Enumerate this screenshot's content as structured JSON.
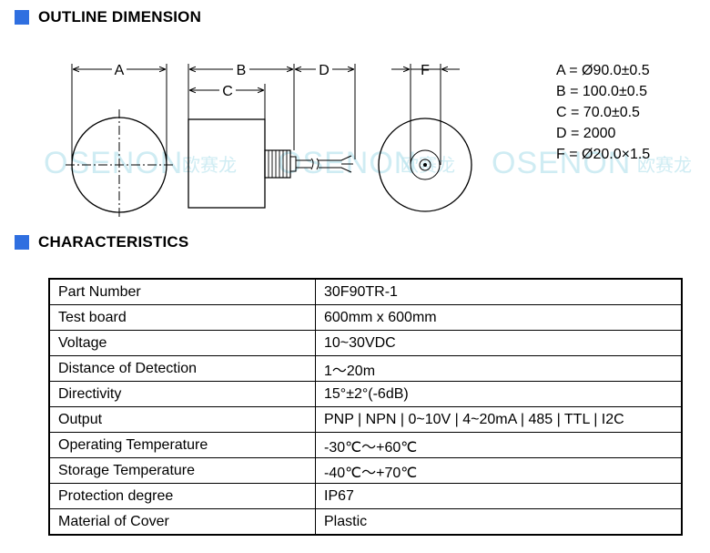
{
  "sections": {
    "outline_title": "OUTLINE DIMENSION",
    "characteristics_title": "CHARACTERISTICS",
    "accent_color": "#2f6fe0"
  },
  "drawing": {
    "labels": {
      "a": "A",
      "b": "B",
      "c": "C",
      "d": "D",
      "f": "F"
    },
    "specs": [
      "A = Ø90.0±0.5",
      "B = 100.0±0.5",
      "C = 70.0±0.5",
      "D = 2000",
      "F = Ø20.0×1.5"
    ],
    "watermark": {
      "text": "OSENON",
      "cn": "欧赛龙"
    }
  },
  "characteristics": [
    {
      "name": "Part Number",
      "value": "30F90TR-1"
    },
    {
      "name": "Test board",
      "value": "600mm x 600mm"
    },
    {
      "name": "Voltage",
      "value": "10~30VDC"
    },
    {
      "name": "Distance of Detection",
      "value": "1～20m"
    },
    {
      "name": "Directivity",
      "value": "15°±2°(-6dB)"
    },
    {
      "name": "Output",
      "value": "PNP | NPN | 0~10V | 4~20mA | 485 | TTL | I2C"
    },
    {
      "name": "Operating Temperature",
      "value": "-30℃～+60℃"
    },
    {
      "name": "Storage Temperature",
      "value": "-40℃～+70℃"
    },
    {
      "name": "Protection degree",
      "value": "IP67"
    },
    {
      "name": "Material of Cover",
      "value": "Plastic"
    }
  ]
}
